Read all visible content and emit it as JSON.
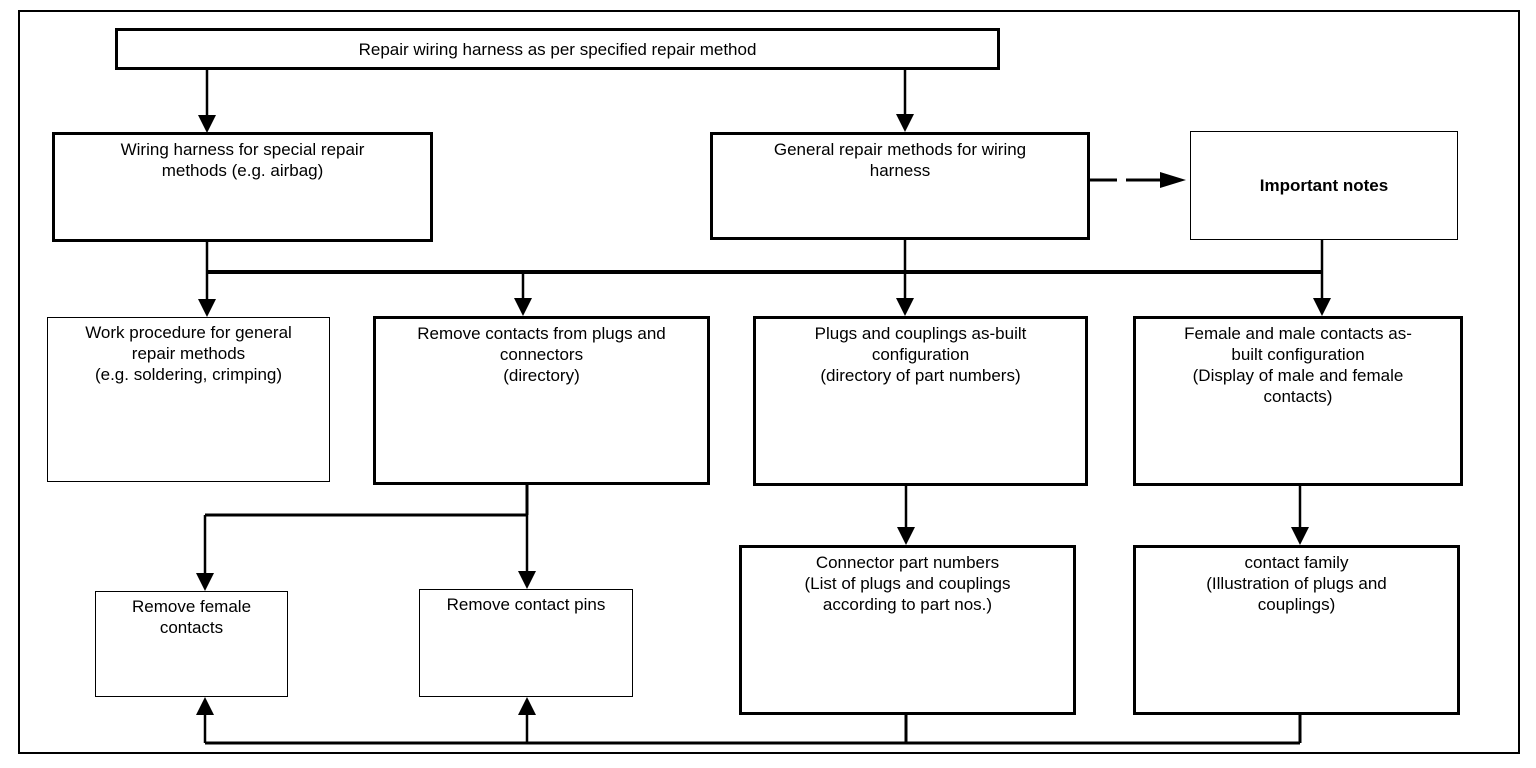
{
  "diagram": {
    "type": "flowchart",
    "background_color": "#ffffff",
    "line_color": "#000000",
    "nodes": {
      "root": {
        "label": "Repair wiring harness as per specified repair method"
      },
      "special": {
        "label": "Wiring harness for special repair\nmethods (e.g. airbag)"
      },
      "general": {
        "label": "General repair methods for wiring\nharness"
      },
      "important": {
        "label": "Important notes"
      },
      "work_procedure": {
        "label": "Work procedure for general\nrepair methods\n(e.g. soldering, crimping)"
      },
      "remove_contacts": {
        "label": "Remove contacts from plugs and\nconnectors\n(directory)"
      },
      "plugs_couplings": {
        "label": "Plugs and couplings as-built\nconfiguration\n(directory of part numbers)"
      },
      "female_male": {
        "label": "Female and male contacts as-\nbuilt configuration\n(Display of male and female\ncontacts)"
      },
      "remove_female": {
        "label": "Remove female\ncontacts"
      },
      "remove_pins": {
        "label": "Remove contact pins"
      },
      "connector_parts": {
        "label": "Connector part numbers\n(List of plugs and couplings\naccording to part nos.)"
      },
      "contact_family": {
        "label": "contact family\n(Illustration of plugs and\ncouplings)"
      }
    },
    "edges": [
      "root -> special",
      "root -> general",
      "general -> important",
      "special/general/important -> bus",
      "bus -> work_procedure",
      "bus -> remove_contacts",
      "bus -> plugs_couplings",
      "bus -> female_male",
      "remove_contacts -> remove_female",
      "remove_contacts -> remove_pins",
      "plugs_couplings -> connector_parts",
      "female_male -> contact_family",
      "connector_parts/contact_family -> feedback -> remove_female/remove_pins"
    ]
  }
}
